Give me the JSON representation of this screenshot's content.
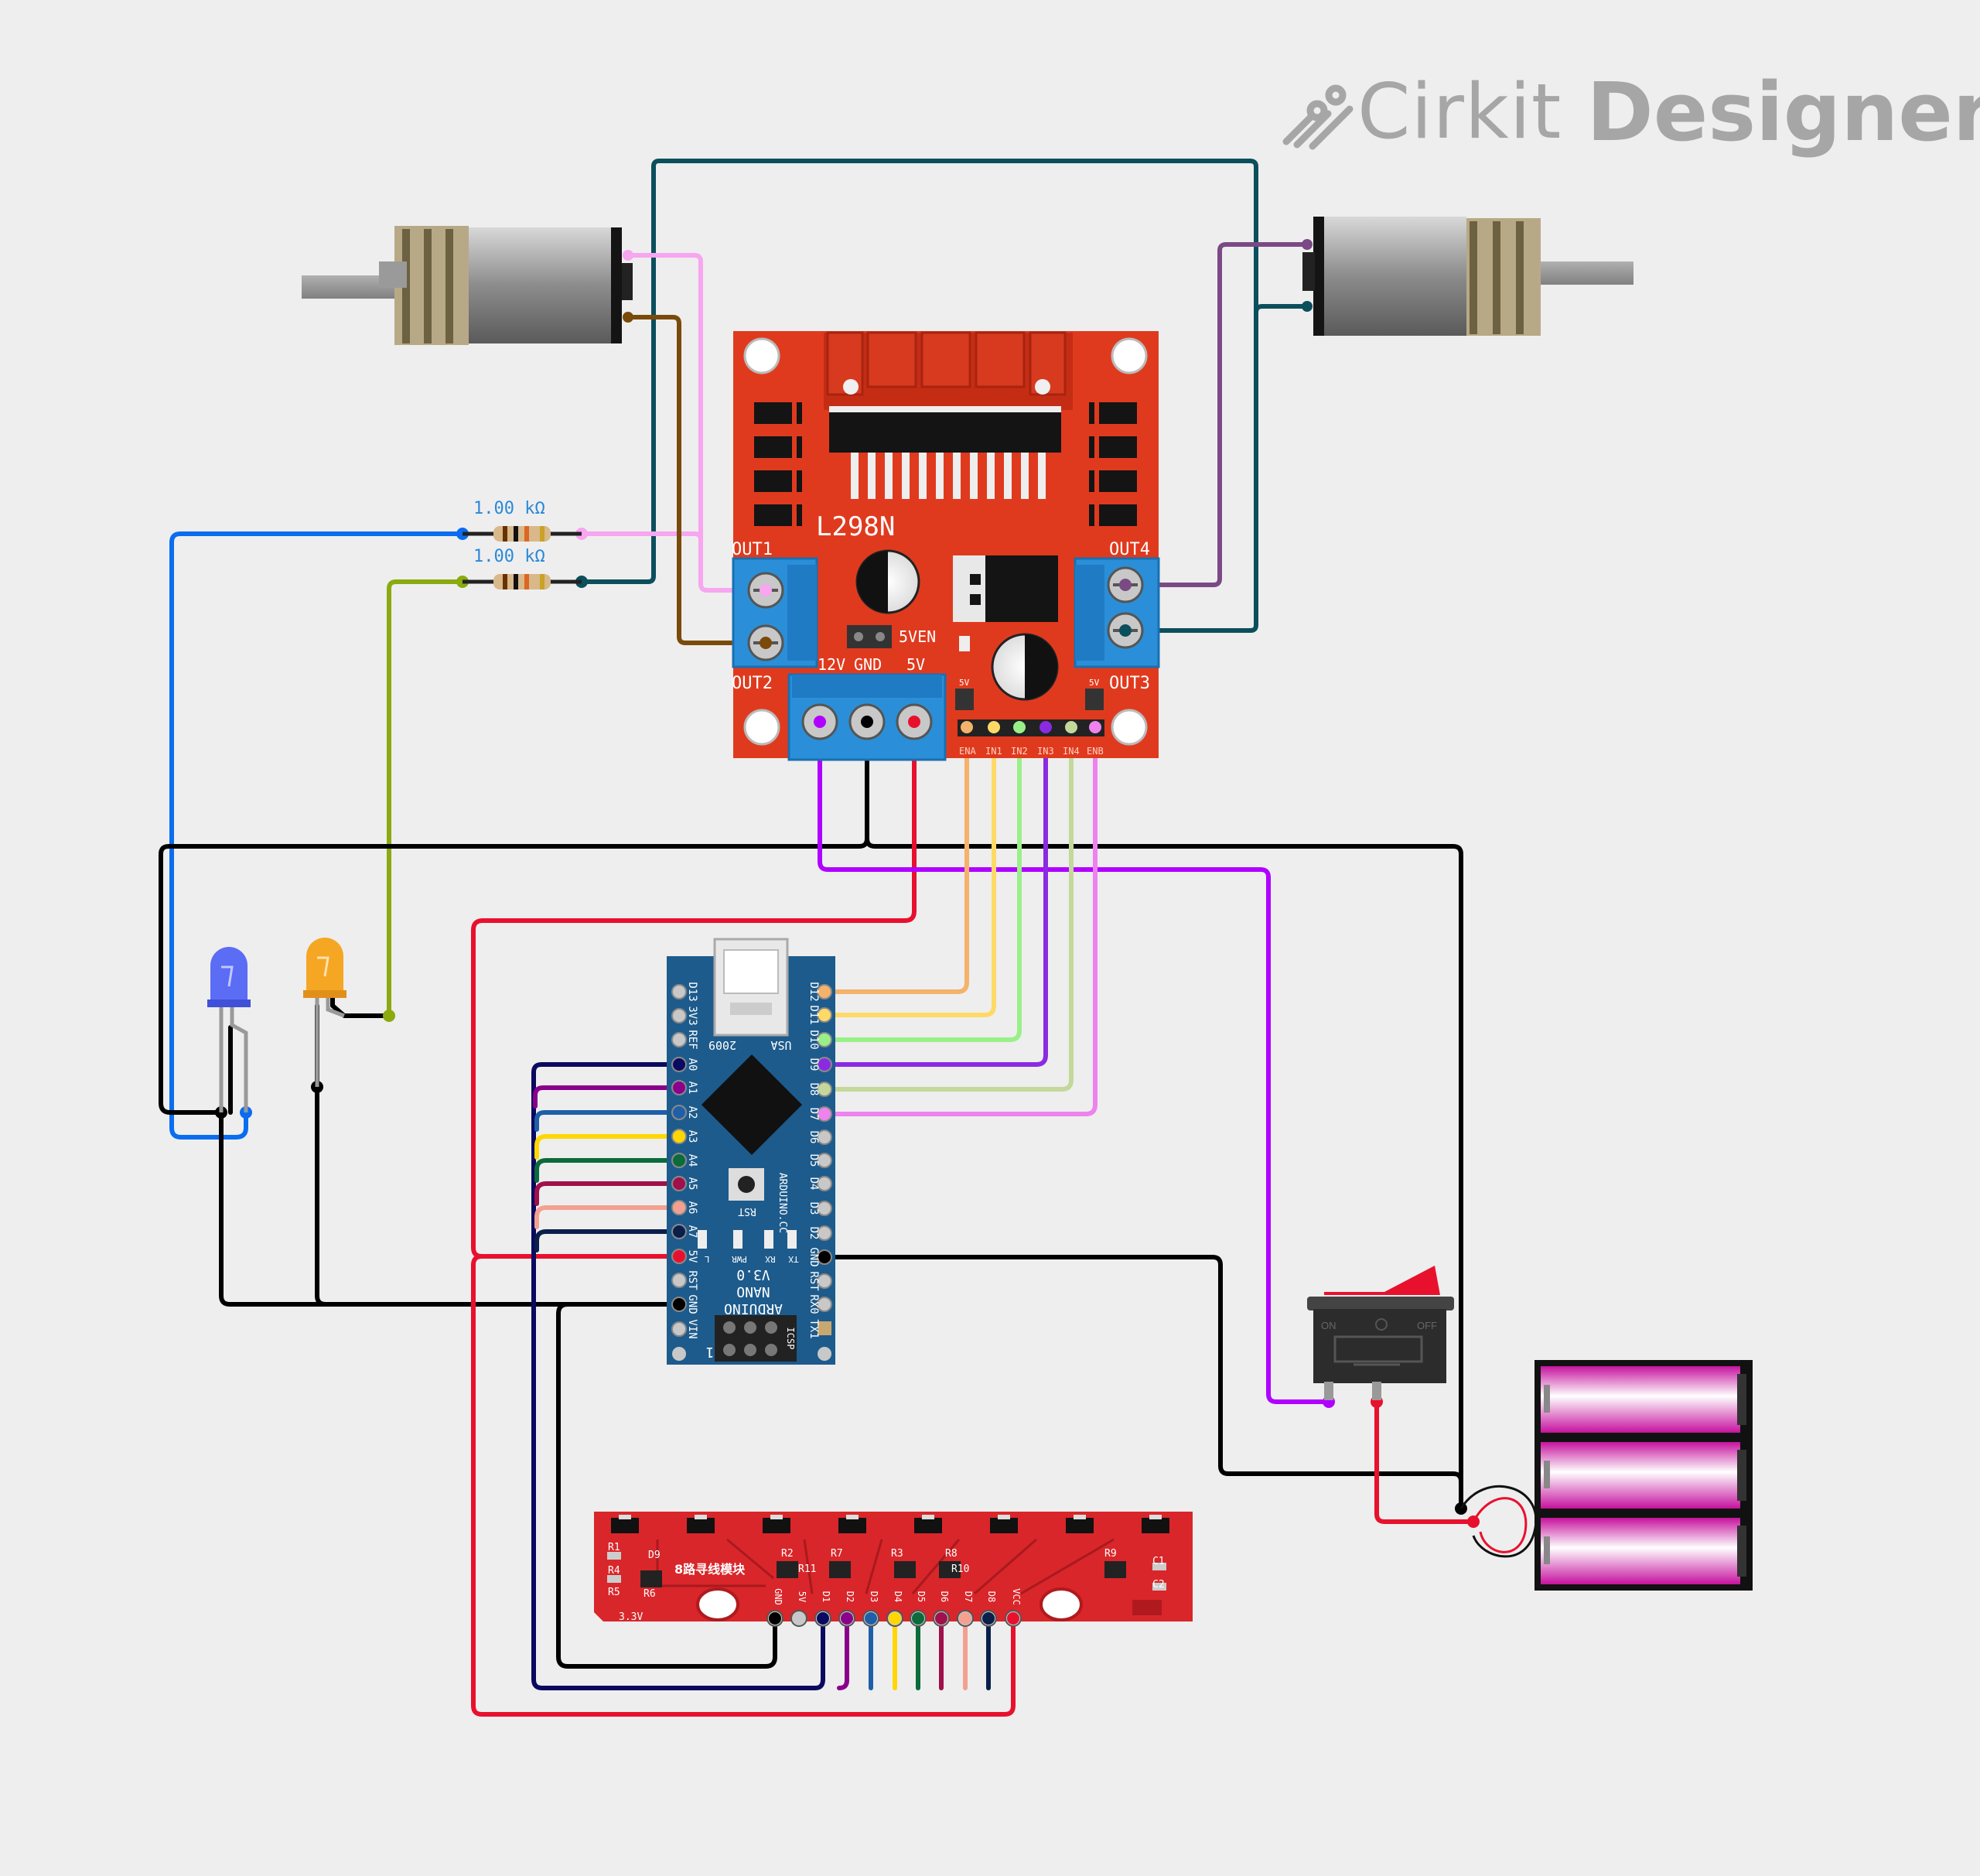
{
  "brand": {
    "name_part1": "Cirkit",
    "name_part2": "Designer",
    "icon": "cirkit-logo-icon"
  },
  "motor_driver": {
    "model": "L298N",
    "labels": {
      "out1": "OUT1",
      "out2": "OUT2",
      "out3": "OUT3",
      "out4": "OUT4",
      "v12": "12V",
      "gnd": "GND",
      "v5": "5V",
      "en5v": "5VEN",
      "pin5v_a": "5V",
      "pin5v_b": "5V"
    },
    "logic_pins": [
      "ENA",
      "IN1",
      "IN2",
      "IN3",
      "IN4",
      "ENB"
    ]
  },
  "resistors": [
    {
      "value": "1.00 kΩ"
    },
    {
      "value": "1.00 kΩ"
    }
  ],
  "leds": [
    {
      "color": "blue"
    },
    {
      "color": "orange"
    }
  ],
  "arduino": {
    "name_lines": [
      "ARDUINO",
      "NANO",
      "V3.0"
    ],
    "texts": {
      "year": "2009",
      "usa": "USA",
      "url": "ARDUINO.CC",
      "rst": "RST",
      "icsp": "ICSP",
      "one": "1"
    },
    "left_pins": [
      "D13",
      "3V3",
      "REF",
      "A0",
      "A1",
      "A2",
      "A3",
      "A4",
      "A5",
      "A6",
      "A7",
      "5V",
      "RST",
      "GND",
      "VIN"
    ],
    "right_pins": [
      "D12",
      "D11",
      "D10",
      "D9",
      "D8",
      "D7",
      "D6",
      "D5",
      "D4",
      "D3",
      "D2",
      "GND",
      "RST",
      "RX0",
      "TX1"
    ],
    "leds": [
      "L",
      "PWR",
      "RX",
      "TX"
    ]
  },
  "sensor": {
    "title": "8路寻线模块",
    "labels": [
      "R1",
      "R2",
      "R3",
      "R4",
      "R5",
      "R6",
      "R7",
      "R8",
      "R9",
      "R10",
      "R11",
      "D9",
      "C1",
      "C2",
      "3.3V"
    ],
    "pins": [
      "GND",
      "5V",
      "D1",
      "D2",
      "D3",
      "D4",
      "D5",
      "D6",
      "D7",
      "D8",
      "VCC"
    ]
  },
  "switch": {
    "on": "ON",
    "off": "OFF"
  },
  "battery": {
    "cells": 3
  },
  "colors": {
    "board_red": "#e03a1e",
    "terminal_blue": "#2a8fd8",
    "nano_blue": "#1d5b8c",
    "wire_black": "#000000",
    "wire_red": "#e8112d",
    "wire_purple": "#b000ff",
    "wire_teal": "#0b4f5c",
    "wire_pink": "#f7a6f0",
    "wire_brown": "#7a4a0a",
    "wire_blue": "#0a6df0",
    "wire_olive": "#8aaa10"
  }
}
